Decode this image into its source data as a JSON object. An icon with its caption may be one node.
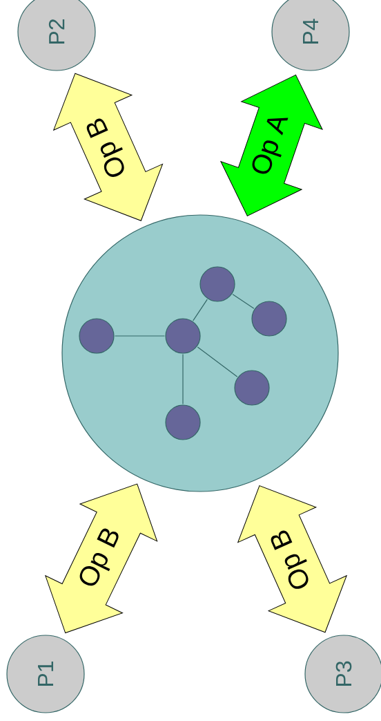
{
  "diagram": {
    "nodes": [
      {
        "text": [
          "P2"
        ]
      },
      {
        "text": [
          "P4"
        ]
      },
      {
        "text": [],
        "shape": "circle"
      },
      {
        "text": [],
        "shape": "circle",
        "in": 2
      },
      {
        "text": [],
        "shape": "circle",
        "in": 2
      },
      {
        "text": [],
        "shape": "circle",
        "in": 2
      },
      {
        "text": [],
        "shape": "circle",
        "in": 2
      },
      {
        "text": [],
        "shape": "circle",
        "in": 2
      },
      {
        "text": [],
        "shape": "circle",
        "in": 2
      },
      {
        "text": [
          "P1"
        ]
      },
      {
        "text": [
          "P3"
        ]
      }
    ],
    "edges": [
      {
        "from": 0,
        "to": 2,
        "arrow": "both",
        "label": "Op B"
      },
      {
        "from": 1,
        "to": 2,
        "arrow": "both",
        "label": "Op A",
        "color": "#00ff00"
      },
      {
        "from": 9,
        "to": 2,
        "arrow": "both",
        "label": "Op B"
      },
      {
        "from": 10,
        "to": 2,
        "arrow": "both",
        "label": "Op B"
      },
      {
        "from": 3,
        "to": 4,
        "arrow": "none"
      },
      {
        "from": 4,
        "to": 6,
        "arrow": "none"
      },
      {
        "from": 6,
        "to": 8,
        "arrow": "none"
      },
      {
        "from": 4,
        "to": 7,
        "arrow": "none"
      },
      {
        "from": 4,
        "to": 5,
        "arrow": "none"
      }
    ]
  }
}
